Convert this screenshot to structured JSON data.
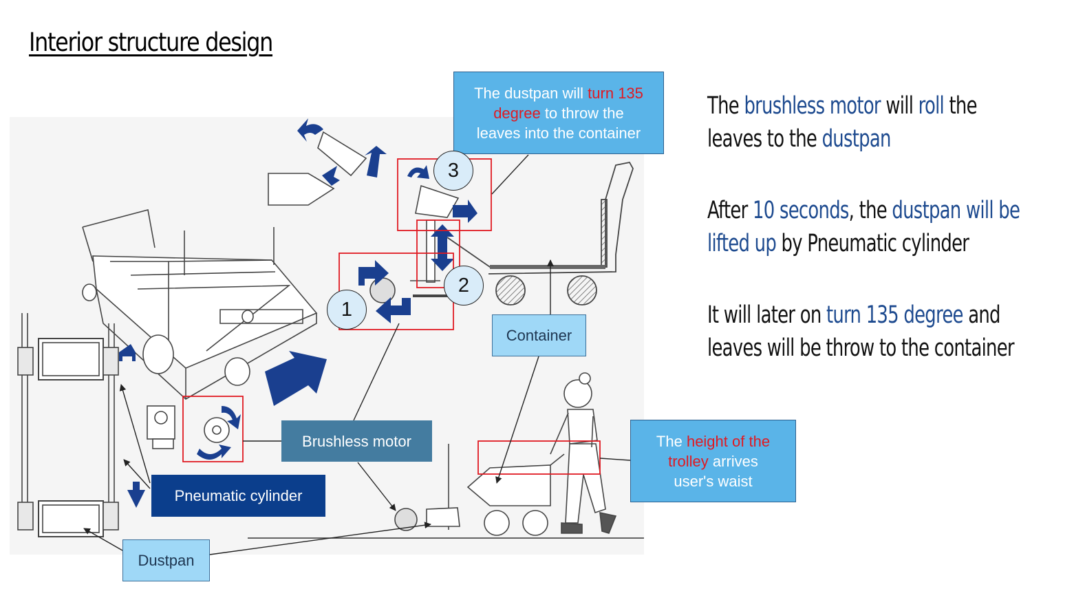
{
  "title": "Interior structure design",
  "callouts": {
    "dustpan_turn": {
      "pre": "The dustpan will ",
      "red1": "turn 135",
      "red2": "degree",
      "post1": " to throw the",
      "post2": "leaves into the container"
    },
    "container": "Container",
    "brushless_motor": "Brushless motor",
    "pneumatic_cylinder": "Pneumatic cylinder",
    "dustpan": "Dustpan",
    "trolley_height": {
      "pre": "The ",
      "red1": "height of the",
      "red2": "trolley",
      "post1": " arrives",
      "post2": "user's waist"
    }
  },
  "step_numbers": [
    "1",
    "2",
    "3"
  ],
  "explanations": [
    {
      "t1": "The ",
      "h1": "brushless motor",
      "t2": " will ",
      "h2": "roll",
      "t3": " the",
      "t4": "leaves to the ",
      "h3": "dustpan"
    },
    {
      "t1": "After ",
      "h1": "10 seconds",
      "t2": ", the ",
      "h2": "dustpan will be",
      "h3": "lifted up",
      "t3": " by Pneumatic cylinder"
    },
    {
      "t1": "It will later on ",
      "h1": "turn 135 degree",
      "t2": " and",
      "t3": "leaves will be throw to the container"
    }
  ],
  "colors": {
    "highlight_blue": "#1d4a8f",
    "red": "#e01a22",
    "light_box": "#9fd8f7",
    "sky_box": "#5ab4e8",
    "slate_box": "#447ca0",
    "navy_box": "#0b3e8c",
    "arrow_navy": "#1a3f8f",
    "frame_red": "#e01a22"
  }
}
